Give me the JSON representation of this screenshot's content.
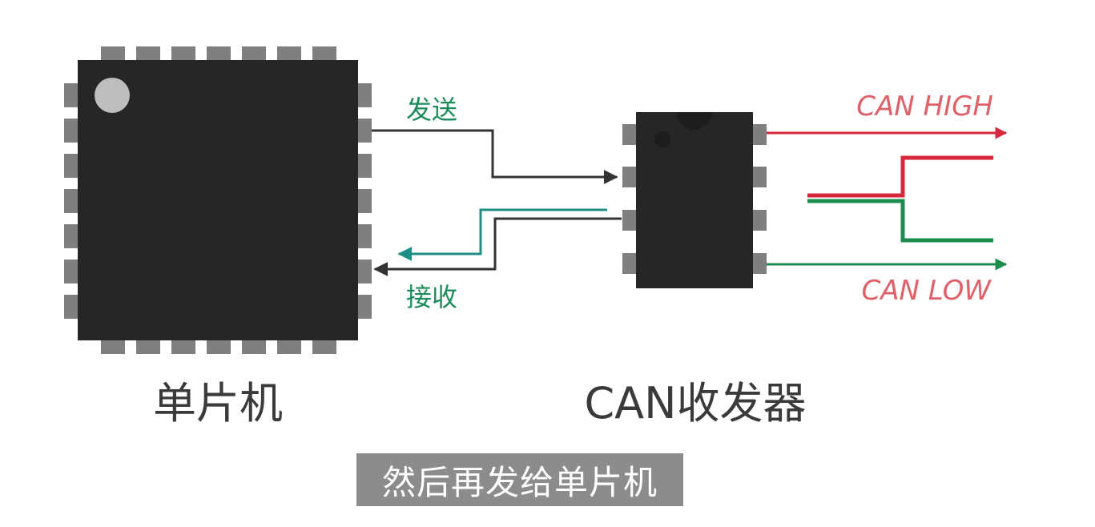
{
  "labels": {
    "send": "发送",
    "receive": "接收",
    "can_high": "CAN HIGH",
    "can_low": "CAN LOW",
    "mcu": "单片机",
    "transceiver": "CAN收发器"
  },
  "subtitle": "然后再发给单片机",
  "colors": {
    "chip_body": "#262626",
    "chip_pin": "#7f7f7f",
    "dark_line": "#333333",
    "teal_line": "#1f8f86",
    "red_line": "#d8283d",
    "green_line": "#1e8c4e",
    "label_green": "#1e8c5a",
    "label_red": "#e0606a"
  }
}
